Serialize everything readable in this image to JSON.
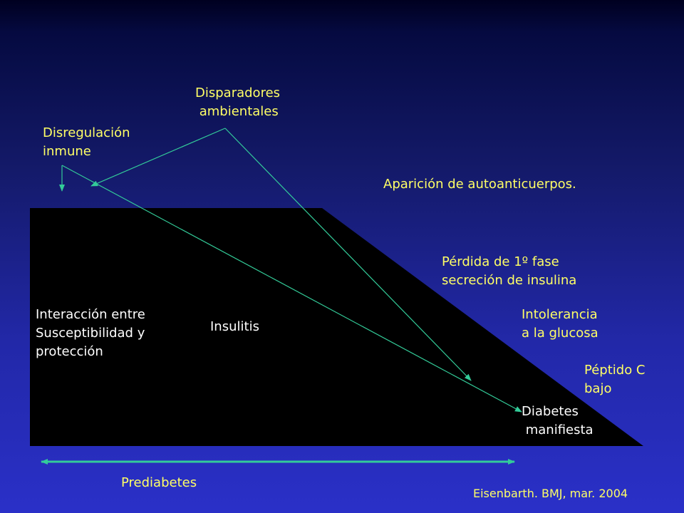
{
  "labels": {
    "disparadores": "Disparadores\n ambientales",
    "disregulacion": "Disregulación\ninmune",
    "autoanticuerpos": "Aparición de autoanticuerpos.",
    "perdida": "Pérdida de 1º fase\nsecreción de insulina",
    "intolerancia": "Intolerancia\na la glucosa",
    "peptido": "Péptido C\nbajo",
    "interaccion": "Interacción entre\nSusceptibilidad y\nprotección",
    "insulitis": "Insulitis",
    "diabetes": "Diabetes\n manifiesta",
    "prediabetes": "Prediabetes",
    "citation": "Eisenbarth. BMJ, mar. 2004"
  },
  "colors": {
    "label": "#ffff66",
    "inner_label": "#ffffff",
    "arrows": "#33cc99",
    "shape": "#000000"
  }
}
